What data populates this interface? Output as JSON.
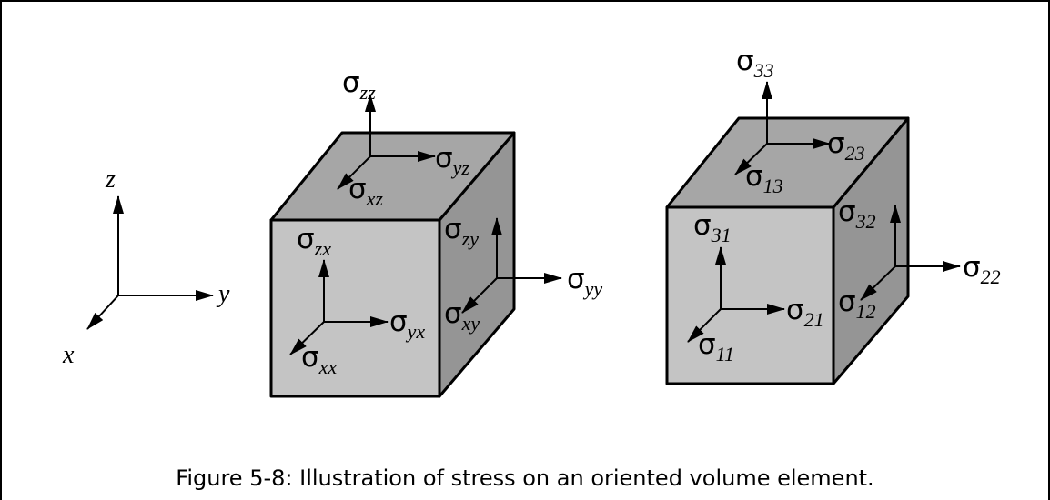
{
  "sigma": "σ",
  "axes": {
    "x": "x",
    "y": "y",
    "z": "z"
  },
  "cube1": {
    "top_up": "zz",
    "top_right": "yz",
    "top_left": "xz",
    "front_up": "zx",
    "front_right": "yx",
    "front_left": "xx",
    "side_up": "zy",
    "side_right": "yy",
    "side_left": "xy"
  },
  "cube2": {
    "top_up": "33",
    "top_right": "23",
    "top_left": "13",
    "front_up": "31",
    "front_right": "21",
    "front_left": "11",
    "side_up": "32",
    "side_right": "22",
    "side_left": "12"
  },
  "caption": "Figure 5-8: Illustration of stress on an oriented volume element.",
  "colors": {
    "top_face": "#a6a6a6",
    "front_face": "#c4c4c4",
    "side_face": "#959595"
  }
}
